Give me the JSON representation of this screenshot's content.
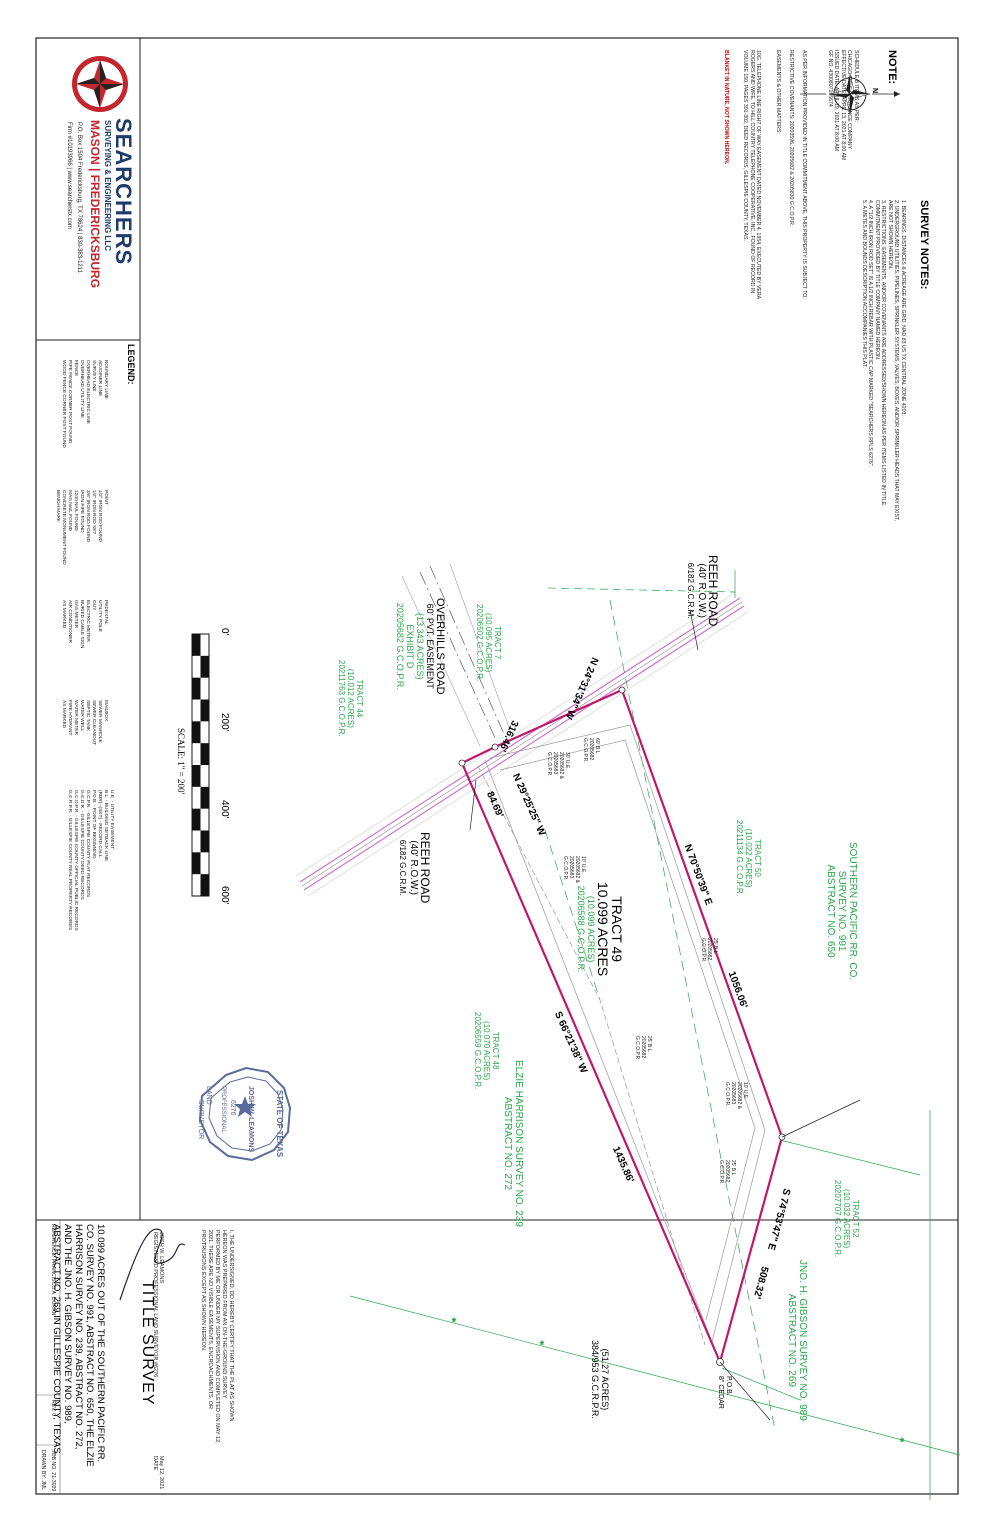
{
  "north_label": "N",
  "note_heading": "NOTE:",
  "notes": [
    "SCHEDULE B ITEMS AS PER:",
    "CHICAGO TITLE INSURANCE COMPANY",
    "EFFECTIVE DATE: APRIL 13, 2021 AT 8:00 AM",
    "ISSUED DATE: APRIL 19, 2021 AT 8:00 AM",
    "GF NO. 4300807105674",
    "AS PER INFORMATION PROVIDED IN TITLE COMMITMENT ABOVE, THIS PROPERTY IS SUBJECT TO:",
    "RESTRICTIVE COVENANTS: 20203596, 20205682 & 20205830 G.C.O.P.R.",
    "EASEMENTS & OTHER MATTERS:",
    "10G. TELEPHONE LINE RIGHT OF WAY EASEMENT DATED NOVEMBER 4, 1954, EXECUTED BY VERA ROGERS AND WIFE, TO HILL COUNTRY TELEPHONE COOPERATIVE, INC., FOUND OF RECORD IN VOLUME 150, PAGES 301-302, DEED RECORDS, GILLESPIE COUNTY, TEXAS."
  ],
  "red_phrase": "BLANKET IN NATURE, NOT SHOWN HEREON.",
  "survey_notes_heading": "SURVEY NOTES:",
  "survey_notes": [
    "1. BEARINGS, DISTANCES & ACREAGE ARE GRID, NAD 83 US TX CENTRAL ZONE 4203.",
    "2. UNDERGROUND UTILITIES, PIPELINES, SPRINKLER SYSTEMS, VALVES, BOXES, AND/OR SPRINKLER HEADS THAT MAY EXIST, ARE NOT SHOWN HEREON.",
    "3. RESTRICTIONS, EASEMENTS, AND/OR COVENANTS ARE ADDRESSED/SHOWN HEREON AS PER ITEMS LISTED IN TITLE COMMITMENT PROVIDED BY TITLE COMPANY NAMED HEREON.",
    "4. A \"1/2 INCH IRON ROD SET\" IS A 1/2 INCH REBAR WITH PLASTIC CAP MARKED \"SEARCHERS RPLS 6276\".",
    "5. A METES AND BOUNDS DESCRIPTION ACCOMPANIES THIS PLAT."
  ],
  "company": {
    "name": "SEARCHERS",
    "sub": "SURVEYING & ENGINEERING LLC",
    "city": "MASON | FREDERICKSBURG",
    "addr": "P.O. Box 1504 Fredericksburg, TX 78624 | 830-383-1211",
    "firm": "Firm #10193966 | www.searcherstx.com"
  },
  "legend": {
    "heading": "LEGEND:",
    "lines": [
      "BOUNDARY LINE",
      "ADJOINER LINE",
      "SURVEY LINE",
      "OVERHEAD ELECTRIC LINE",
      "OVERHEAD UTILITY LINE",
      "FENCE"
    ],
    "posts": [
      "PIPE FENCE CORNER POST FOUND",
      "WOOD FENCE CORNER POST FOUND"
    ],
    "col2": [
      "POINT",
      "1/2\" IRON ROD FOUND",
      "1/2\" IRON ROD SET",
      "3/8\" IRON ROD FOUND",
      "IRON PIPE FOUND",
      "1200 NAIL FOUND",
      "MAG NAIL FOUND",
      "CONCRETE MONUMENT FOUND",
      "BENCH MARK"
    ],
    "col3": [
      "PEDESTAL",
      "UTILITY POLE",
      "GUY",
      "ELECTRIC METER",
      "BURIED CABLE SIGN",
      "GAS METER",
      "AIR CONDITIONER",
      "AS MARKED"
    ],
    "col4": [
      "MAILBOX",
      "SEWER MANHOLE",
      "SEWER CLEANOUT",
      "SEPTIC TANK",
      "WATER WELL",
      "WATER METER",
      "FIRE HYDRANT",
      "AS MARKED"
    ],
    "abbr": [
      "U.E. - UTILITY EASEMENT",
      "B.L. - BUILDING SETBACK LINE",
      "(RBR)--(SKT) - RECORD CALL",
      "P.O.B. - POINT OF BEGINNING",
      "G.C.P.R. - GILLESPIE COUNTY PLAT RECORDS",
      "G.C.D.R. - GILLESPIE COUNTY DEED RECORDS",
      "G.C.O.P.R. - GILLESPIE COUNTY OFFICIAL PUBLIC RECORDS",
      "G.C.R.P.R. - GILLESPIE COUNTY REAL PROPERTY RECORDS"
    ]
  },
  "scale": {
    "ticks": [
      "0'",
      "200'",
      "400'",
      "600'"
    ],
    "label": "SCALE: 1\" = 200'"
  },
  "map": {
    "reeh_road_top": [
      "REEH ROAD",
      "(40' R.O.W.)",
      "6/182 G.C.R.M."
    ],
    "reeh_road_bottom": [
      "REEH ROAD",
      "(40' R.O.W.)",
      "6/182 G.C.R.M."
    ],
    "overhills": [
      "OVERHILLS ROAD",
      "60' PVT. EASEMENT",
      "(13.343 ACRES)",
      "EXHIBIT D",
      "20205682 G.C.O.P.R."
    ],
    "tract7": [
      "TRACT 7",
      "(10.095 ACRES)",
      "20206502 G.C.O.P.R."
    ],
    "tract44": [
      "TRACT 44",
      "(10.012 ACRES)",
      "20211763 G.C.O.P.R."
    ],
    "tract50": [
      "TRACT 50",
      "(10.022 ACRES)",
      "20211134 G.C.O.P.R."
    ],
    "tract48": [
      "TRACT 48",
      "(10.070 ACRES)",
      "20206559 G.C.O.P.R."
    ],
    "tract52": [
      "TRACT 52",
      "(10.032 ACRES)",
      "20207707 G.C.O.P.R."
    ],
    "tract49": [
      "TRACT 49",
      "10.099 ACRES",
      "(10.099 ACRES)",
      "20206588 G.C.O.P.R."
    ],
    "sp_survey": [
      "SOUTHERN PACIFIC RR. CO.",
      "SURVEY NO. 991",
      "ABSTRACT NO. 650"
    ],
    "elzie": [
      "ELZIE HARRISON SURVEY NO. 239",
      "ABSTRACT NO. 272"
    ],
    "gibson": [
      "JNO. H. GIBSON SURVEY NO. 989",
      "ABSTRACT NO. 269"
    ],
    "acres_5127": [
      "(51.27 ACRES)",
      "384/953 G.C.R.P.R."
    ],
    "pob": [
      "P.O.B.",
      "8\" CEDAR"
    ],
    "bearing_n": "N 24°31'34\" W",
    "dist_n": "316.46'",
    "bearing_w": "N 29°25'25\" W",
    "dist_w": "84.69'",
    "bearing_ne": "N 70°50'39\" E",
    "dist_ne": "1056.06'",
    "bearing_s": "S 66°21'38\" W",
    "dist_s": "1435.86'",
    "bearing_se": "S 74°53'47\" E",
    "dist_se": "508.32'",
    "bl60": [
      "60' B.L.",
      "20205682",
      "G.C.O.P.R."
    ],
    "ue30": [
      "30' U.E.",
      "20205682 &",
      "20205683",
      "G.C.O.P.R."
    ],
    "ue10a": [
      "10' U.E.",
      "20205682 &",
      "20205683",
      "G.C.O.P.R."
    ],
    "bl25a": [
      "25' B.L.",
      "20205682",
      "G.C.O.P.R."
    ],
    "bl25b": [
      "25' B.L.",
      "20205682",
      "G.C.O.P.R."
    ],
    "ue10b": [
      "10' U.E.",
      "20205682 &",
      "20205683",
      "G.C.O.P.R."
    ],
    "bl25c": [
      "25' B.L.",
      "20205682",
      "G.C.O.P.R."
    ]
  },
  "seal": {
    "state": "STATE OF TEXAS",
    "name": "JOSH W. LEAMONS",
    "num": "6276",
    "prof": "PROFESSIONAL",
    "land": "LAND",
    "surveyor": "SURVEYOR"
  },
  "cert": [
    "I, THE UNDERSIGNED, DO HEREBY CERTIFY THAT THE PLAT AS SHOWN",
    "HEREON WAS PREPARED FROM AN ON-THE-GROUND SURVEY",
    "PERFORMED BY ME OR UNDER MY SUPERVISION AND COMPLETED ON MAY 12,",
    "2021. THERE ARE NO VISIBLE EASEMENTS, ENCROACHMENTS, OR",
    "PROTRUSIONS EXCEPT AS SHOWN HEREON."
  ],
  "sig": {
    "name": "JOSH W. LEAMONS",
    "title": "REGISTERED PROFESSIONAL LAND SURVEYOR #6276",
    "date_label": "DATE",
    "date": "May 12, 2021"
  },
  "title_block": {
    "title": "TITLE SURVEY",
    "desc": [
      "10.099 ACRES OUT OF THE SOUTHERN PACIFIC RR.",
      "CO. SURVEY NO. 991, ABSTRACT NO. 650, THE ELZIE",
      "HARRISON SURVEY NO. 239, ABSTRACT NO. 272,",
      "AND THE JNO. H. GIBSON SURVEY NO. 989,",
      "ABSTRACT NO. 269 IN GILLESPIE COUNTY, TEXAS."
    ],
    "reference": "REFERENCE: FRANCISCO A. DURAN",
    "rev": "REV. 0",
    "job": "JOB NO. 21-3029",
    "drawn": "DRAWN BY: JML"
  }
}
